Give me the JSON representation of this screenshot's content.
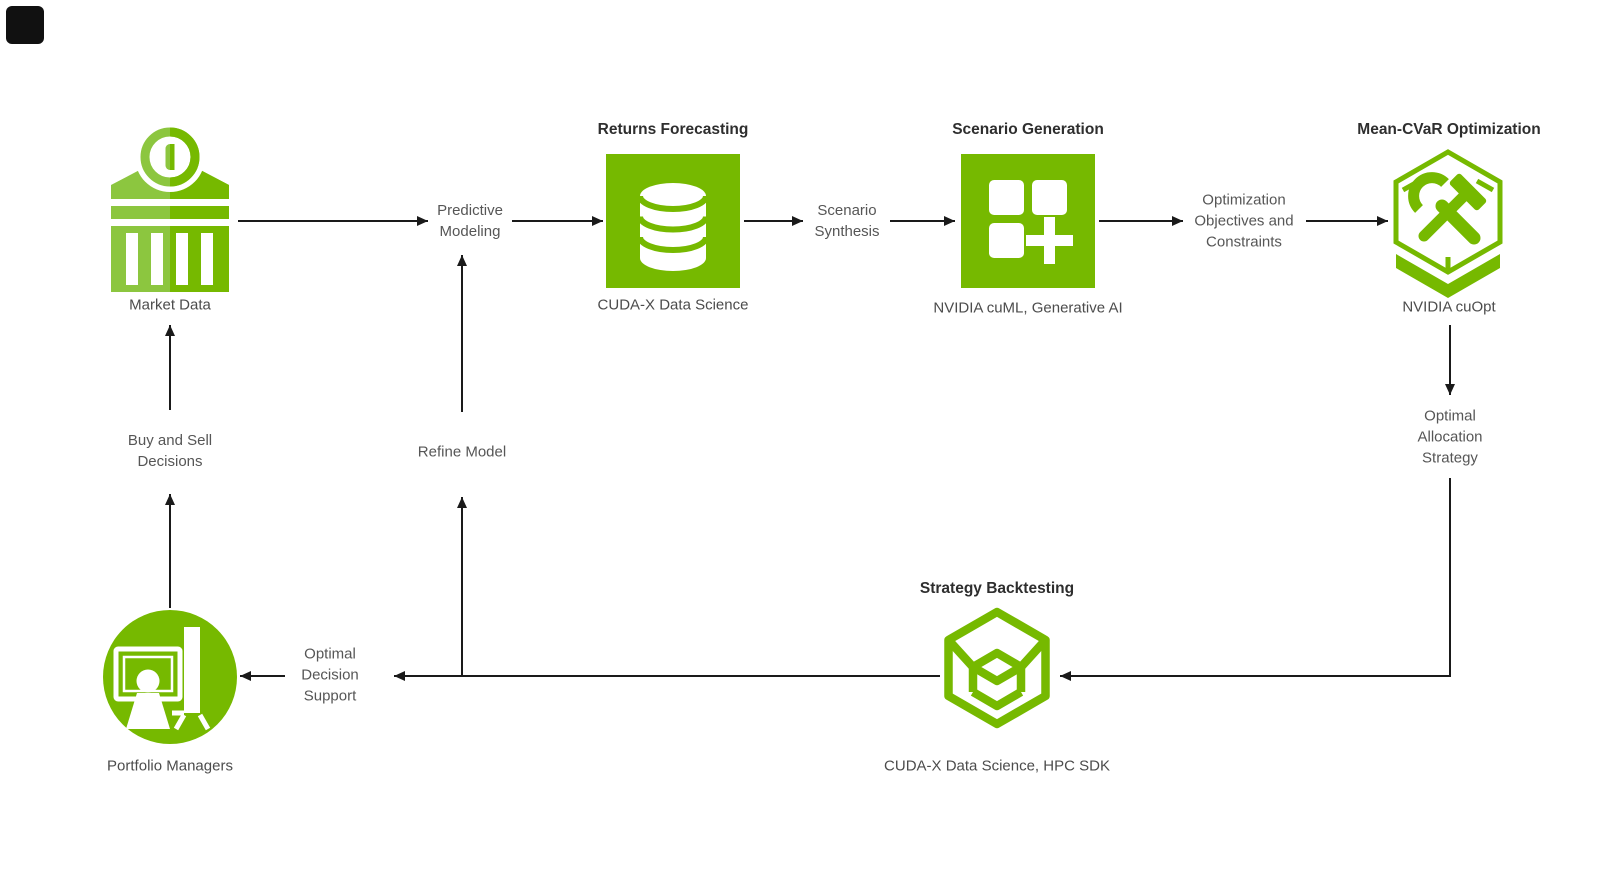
{
  "diagram": {
    "stages": [
      {
        "id": "market-data",
        "title": "",
        "label": "Market Data",
        "icon": "bank-icon"
      },
      {
        "id": "returns-forecasting",
        "title": "Returns Forecasting",
        "label": "CUDA-X Data Science",
        "icon": "database-icon"
      },
      {
        "id": "scenario-generation",
        "title": "Scenario Generation",
        "label": "NVIDIA cuML, Generative AI",
        "icon": "grid-plus-icon"
      },
      {
        "id": "mean-cvar-optimization",
        "title": "Mean-CVaR Optimization",
        "label": "NVIDIA cuOpt",
        "icon": "tools-hexagon-icon"
      },
      {
        "id": "strategy-backtesting",
        "title": "Strategy Backtesting",
        "label": "CUDA-X Data Science, HPC SDK",
        "icon": "nested-cube-icon"
      },
      {
        "id": "portfolio-managers",
        "title": "",
        "label": "Portfolio Managers",
        "icon": "presenter-icon"
      }
    ],
    "edge_labels": {
      "predictive_modeling": "Predictive\nModeling",
      "scenario_synthesis": "Scenario\nSynthesis",
      "optimization_objectives": "Optimization\nObjectives and\nConstraints",
      "optimal_allocation": "Optimal\nAllocation\nStrategy",
      "refine_model": "Refine Model",
      "buy_and_sell": "Buy and Sell\nDecisions",
      "optimal_decision": "Optimal\nDecision\nSupport"
    },
    "colors": {
      "nvidia_green": "#76B900",
      "light_green": "#8CC63F",
      "line": "#1a1a1a",
      "title_text": "#2e2e2e",
      "label_text": "#4c4c4c",
      "edge_label_text": "#565656"
    }
  }
}
